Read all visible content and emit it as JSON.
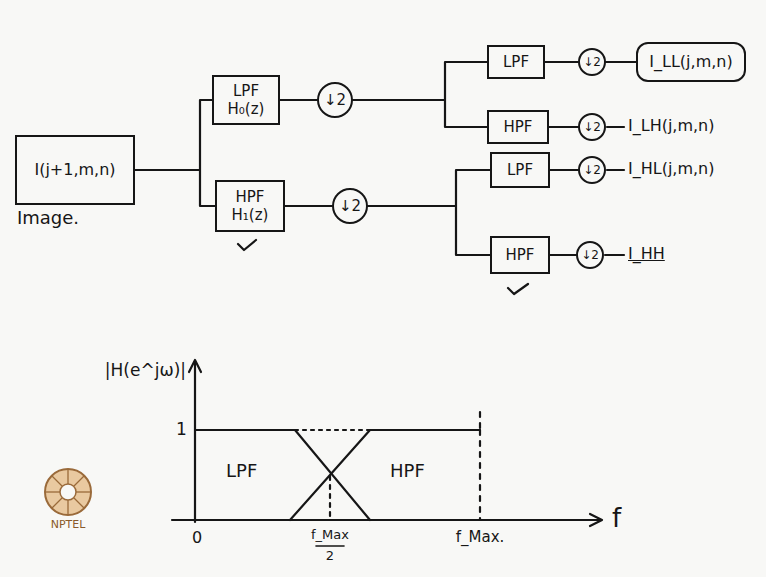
{
  "diagram": {
    "nodes": [
      {
        "text": [
          "I(j+1,m,n)",
          "Image."
        ]
      },
      {
        "text": [
          "LPF",
          "H₀(z)"
        ]
      },
      {
        "text": [
          "HPF",
          "H₁(z)"
        ]
      },
      {
        "text": [
          "↓2"
        ]
      },
      {
        "text": [
          "↓2"
        ]
      },
      {
        "text": [
          "LPF"
        ]
      },
      {
        "text": [
          "HPF"
        ]
      },
      {
        "text": [
          "LPF"
        ]
      },
      {
        "text": [
          "HPF"
        ]
      },
      {
        "text": [
          "↓2"
        ]
      },
      {
        "text": [
          "↓2"
        ]
      },
      {
        "text": [
          "↓2"
        ]
      },
      {
        "text": [
          "↓2"
        ]
      },
      {
        "text": [
          "I_LL(j,m,n)"
        ]
      }
    ],
    "edges": [
      {
        "from": 0,
        "to": 1,
        "arrow": "none"
      },
      {
        "from": 0,
        "to": 2,
        "arrow": "none"
      },
      {
        "from": 1,
        "to": 3,
        "arrow": "none"
      },
      {
        "from": 2,
        "to": 4,
        "arrow": "none"
      },
      {
        "from": 3,
        "to": 5,
        "arrow": "none"
      },
      {
        "from": 3,
        "to": 6,
        "arrow": "none"
      },
      {
        "from": 4,
        "to": 7,
        "arrow": "none"
      },
      {
        "from": 4,
        "to": 8,
        "arrow": "none"
      },
      {
        "from": 5,
        "to": 9,
        "arrow": "none"
      },
      {
        "from": 6,
        "to": 10,
        "arrow": "none"
      },
      {
        "from": 7,
        "to": 11,
        "arrow": "none"
      },
      {
        "from": 8,
        "to": 12,
        "arrow": "none"
      },
      {
        "from": 9,
        "to": 13,
        "arrow": "none"
      }
    ],
    "labels": [
      "I_LH(j,m,n)",
      "I_HL(j,m,n)",
      "I_HH",
      "|H(e^jω)|",
      "1",
      "LPF",
      "HPF",
      "0",
      "f_Max",
      "2",
      "f_Max.",
      "f",
      "NPTEL"
    ]
  }
}
